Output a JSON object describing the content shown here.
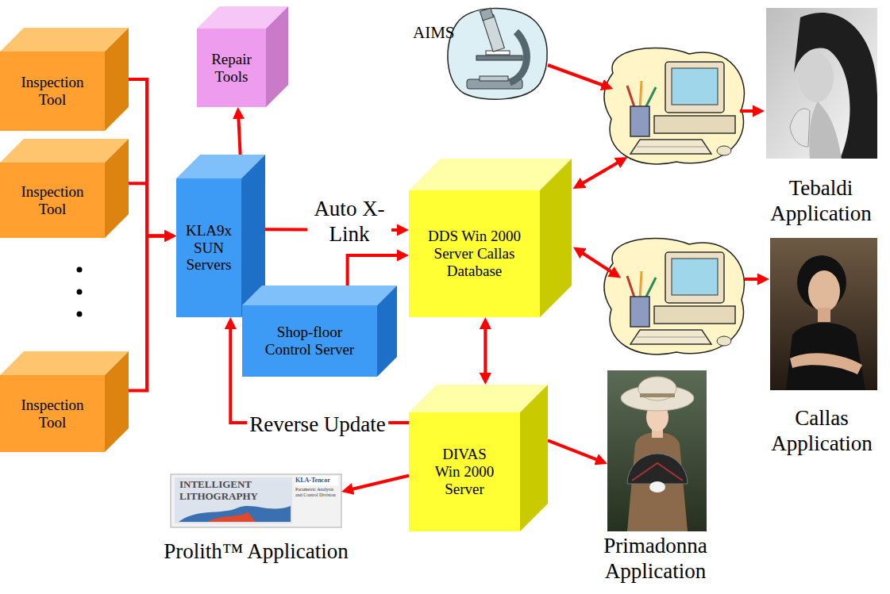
{
  "diagram": {
    "nodes": [
      {
        "text": [
          "Inspection Tool"
        ]
      },
      {
        "text": [
          "Inspection Tool"
        ]
      },
      {
        "text": [
          "Inspection Tool"
        ]
      },
      {
        "text": [
          "Repair Tools"
        ]
      },
      {
        "text": [
          "KLA9x SUN Servers"
        ]
      },
      {
        "text": [
          "AIMS"
        ]
      },
      {
        "text": [
          "DDS Win 2000 Server Callas Database"
        ]
      },
      {
        "text": [
          "Shop-floor Control Server"
        ]
      },
      {
        "text": [
          "DIVAS Win 2000 Server"
        ]
      },
      {
        "text": [
          "Tebaldi Application"
        ]
      },
      {
        "text": [
          "Callas Application"
        ]
      },
      {
        "text": [
          "Prolith™ Application"
        ]
      },
      {
        "text": [
          "Primadonna Application"
        ]
      }
    ],
    "edges": [
      {
        "from": 0,
        "to": 4,
        "arrow": "to"
      },
      {
        "from": 1,
        "to": 4,
        "arrow": "to"
      },
      {
        "from": 2,
        "to": 4,
        "arrow": "to"
      },
      {
        "from": 4,
        "to": 3,
        "arrow": "to"
      },
      {
        "from": 4,
        "to": 6,
        "label": "Auto X-Link",
        "arrow": "to"
      },
      {
        "from": 7,
        "to": 6,
        "arrow": "to"
      },
      {
        "from": 6,
        "to": 8,
        "arrow": "both"
      },
      {
        "from": 8,
        "to": 4,
        "label": "Reverse Update",
        "arrow": "to"
      },
      {
        "from": 8,
        "to": 11,
        "arrow": "to"
      },
      {
        "from": 8,
        "to": 12,
        "arrow": "to"
      }
    ],
    "labels": [
      "INTELLIGENT LITHOGRAPHY",
      "KLA-Tencor",
      "Parametric Analysis and Control Division"
    ]
  }
}
